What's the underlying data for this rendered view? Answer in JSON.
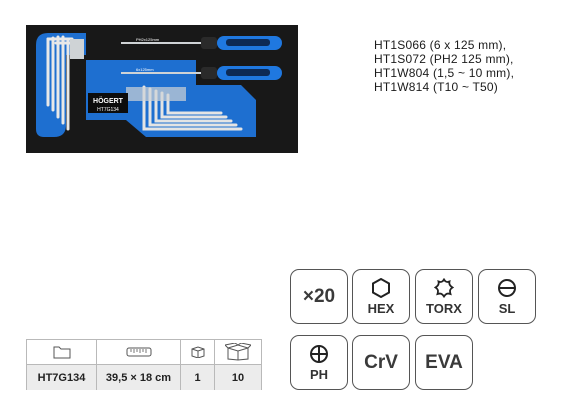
{
  "product": {
    "photo_brand": "HÖGERT",
    "photo_model": "HT7G134",
    "photo_label_top": "PH2x125mm",
    "photo_label_bottom": "6x125mm"
  },
  "description": {
    "lines": [
      "HT1S066 (6 x 125 mm),",
      "HT1S072 (PH2 125 mm),",
      "HT1W804 (1,5 ~ 10 mm),",
      "HT1W814 (T10 ~ T50)"
    ]
  },
  "spec_table": {
    "icons": [
      "folder-icon",
      "ruler-icon",
      "single-box-icon",
      "carton-box-icon"
    ],
    "values": [
      "HT7G134",
      "39,5 × 18 cm",
      "1",
      "10"
    ]
  },
  "badges": {
    "quantity": "×20",
    "hex": "HEX",
    "torx": "TORX",
    "slotted": "SL",
    "phillips": "PH",
    "material": "CrV",
    "foam": "EVA"
  },
  "colors": {
    "photo_bg": "#1a1a1a",
    "tray_blue": "#1e6fd0",
    "handle_blue": "#1f78e0"
  }
}
